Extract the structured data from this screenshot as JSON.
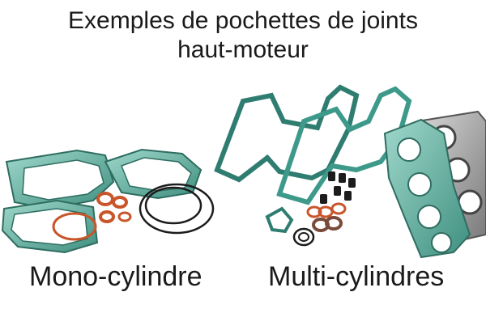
{
  "title": {
    "line1": "Exemples de pochettes de joints",
    "line2": "haut-moteur"
  },
  "captions": {
    "left": "Mono-cylindre",
    "right": "Multi-cylindres"
  },
  "colors": {
    "gasket_green": "#3f8f80",
    "gasket_green_light": "#8fd0c2",
    "ring_black": "#1c1c1c",
    "ring_orange": "#c9552a",
    "head_gasket_silver": "#a9a9a9"
  }
}
